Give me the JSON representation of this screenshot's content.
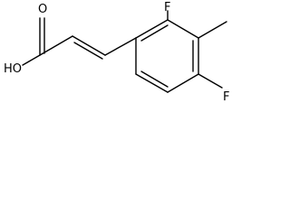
{
  "molecule": {
    "labels": {
      "hydroxyl": "HO",
      "carbonyl_oxygen": "O",
      "fluorine_top": "F",
      "fluorine_bottom": "F"
    }
  },
  "colors": {
    "bond": "#000000",
    "text": "#000000",
    "background": "#ffffff"
  }
}
